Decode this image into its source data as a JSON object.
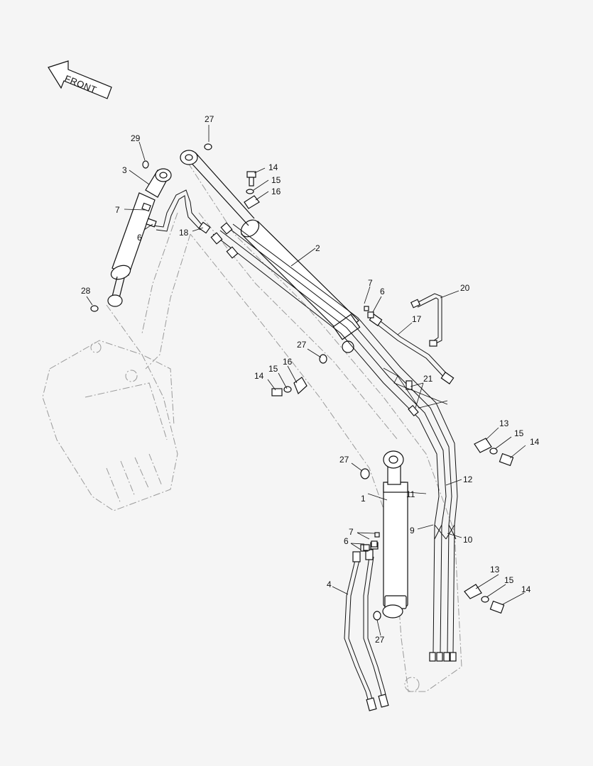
{
  "front_arrow": {
    "text": "FRONT"
  },
  "callouts": [
    {
      "id": "c27a",
      "text": "27"
    },
    {
      "id": "c29",
      "text": "29"
    },
    {
      "id": "c3",
      "text": "3"
    },
    {
      "id": "c14a",
      "text": "14"
    },
    {
      "id": "c15a",
      "text": "15"
    },
    {
      "id": "c16a",
      "text": "16"
    },
    {
      "id": "c7a",
      "text": "7"
    },
    {
      "id": "c6a",
      "text": "6"
    },
    {
      "id": "c18",
      "text": "18"
    },
    {
      "id": "c2",
      "text": "2"
    },
    {
      "id": "c28",
      "text": "28"
    },
    {
      "id": "c7b",
      "text": "7"
    },
    {
      "id": "c6b",
      "text": "6"
    },
    {
      "id": "c20",
      "text": "20"
    },
    {
      "id": "c17",
      "text": "17"
    },
    {
      "id": "c27b",
      "text": "27"
    },
    {
      "id": "c16b",
      "text": "16"
    },
    {
      "id": "c15b",
      "text": "15"
    },
    {
      "id": "c14b",
      "text": "14"
    },
    {
      "id": "c21",
      "text": "21"
    },
    {
      "id": "c13a",
      "text": "13"
    },
    {
      "id": "c15c",
      "text": "15"
    },
    {
      "id": "c14c",
      "text": "14"
    },
    {
      "id": "c27c",
      "text": "27"
    },
    {
      "id": "c1",
      "text": "1"
    },
    {
      "id": "c12",
      "text": "12"
    },
    {
      "id": "c11",
      "text": "11"
    },
    {
      "id": "c7c",
      "text": "7"
    },
    {
      "id": "c9",
      "text": "9"
    },
    {
      "id": "c10",
      "text": "10"
    },
    {
      "id": "c6c",
      "text": "6"
    },
    {
      "id": "c13b",
      "text": "13"
    },
    {
      "id": "c15d",
      "text": "15"
    },
    {
      "id": "c14d",
      "text": "14"
    },
    {
      "id": "c4",
      "text": "4"
    },
    {
      "id": "c27d",
      "text": "27"
    }
  ]
}
